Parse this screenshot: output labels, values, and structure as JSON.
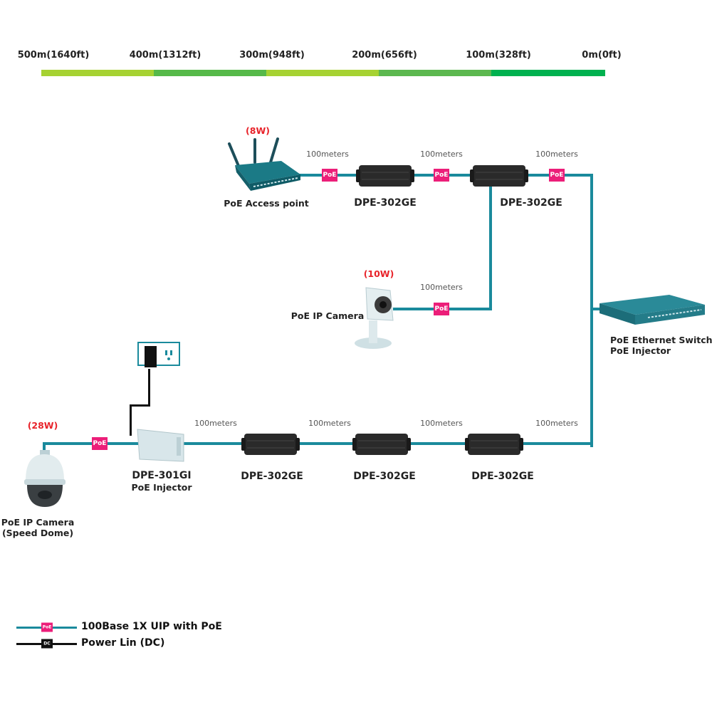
{
  "scale": {
    "labels": [
      "500m(1640ft)",
      "400m(1312ft)",
      "300m(948ft)",
      "200m(656ft)",
      "100m(328ft)",
      "0m(0ft)"
    ],
    "segment_colors": [
      "#a6d232",
      "#56b949",
      "#a6d232",
      "#5cb84f",
      "#00b14f"
    ]
  },
  "colors": {
    "cable": "#1a8a9c",
    "poe_badge": "#ec1e79",
    "dc_line": "#111111",
    "wattage": "#e8232a"
  },
  "distance_label": "100meters",
  "poe_badge_text": "PoE",
  "dc_badge_text": "DC",
  "devices": {
    "access_point": {
      "label": "PoE Access point",
      "watt": "(8W)"
    },
    "extender_top_1": {
      "label": "DPE-302GE"
    },
    "extender_top_2": {
      "label": "DPE-302GE"
    },
    "ip_camera": {
      "label": "PoE IP Camera",
      "watt": "(10W)"
    },
    "switch": {
      "label_line1": "PoE Ethernet Switch/",
      "label_line2": "PoE Injector"
    },
    "speed_dome": {
      "label_line1": "PoE IP Camera",
      "label_line2": "(Speed Dome)",
      "watt": "(28W)"
    },
    "injector": {
      "label_line1": "DPE-301GI",
      "label_line2": "PoE Injector"
    },
    "extender_bottom_1": {
      "label": "DPE-302GE"
    },
    "extender_bottom_2": {
      "label": "DPE-302GE"
    },
    "extender_bottom_3": {
      "label": "DPE-302GE"
    }
  },
  "legend": {
    "items": [
      {
        "badge": "PoE",
        "label": "100Base 1X UIP with PoE"
      },
      {
        "badge": "DC",
        "label": "Power Lin (DC)"
      }
    ]
  }
}
